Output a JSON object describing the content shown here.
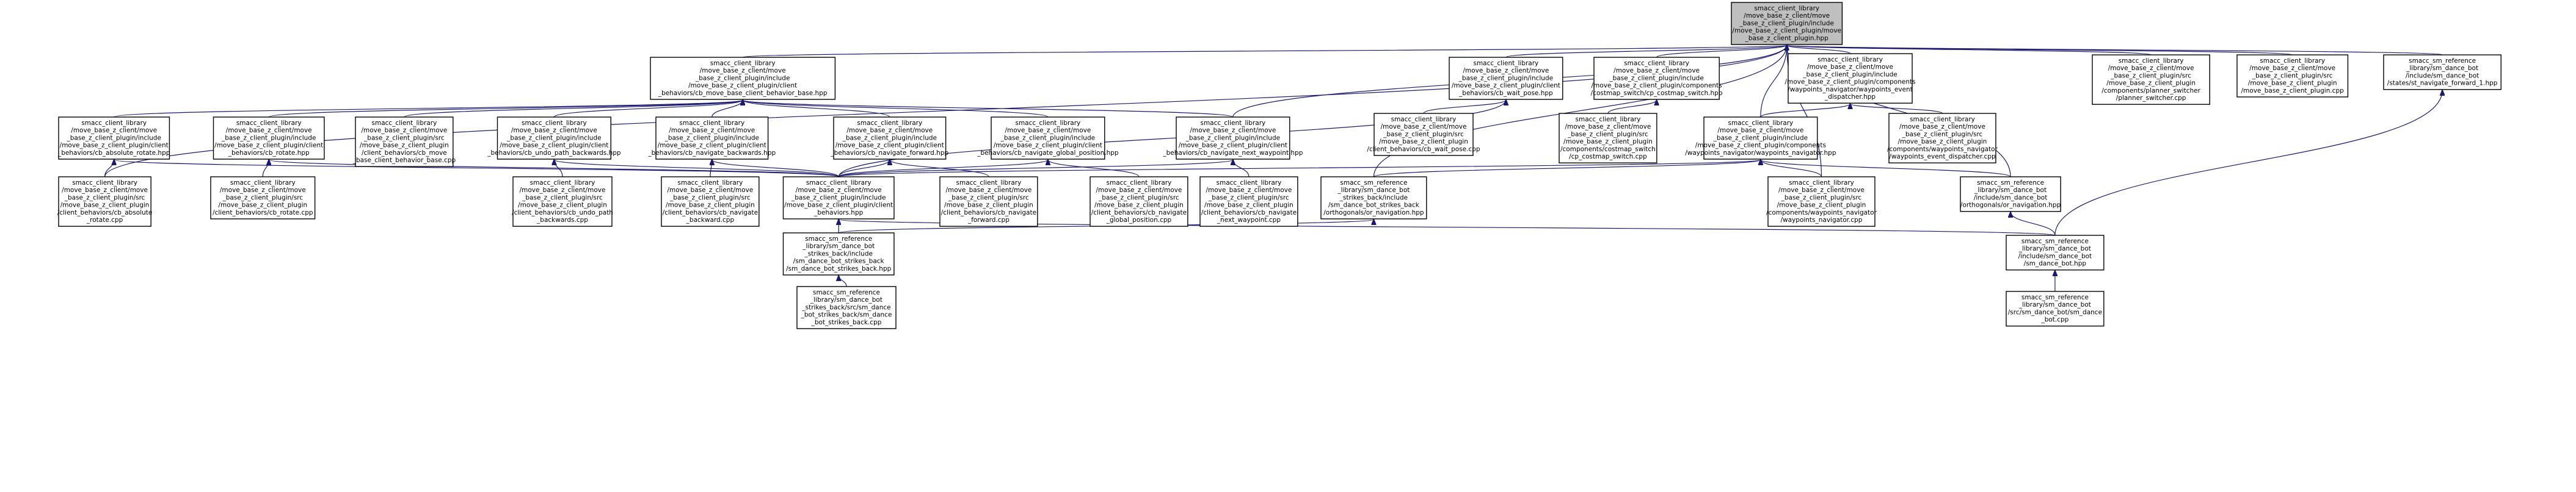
{
  "nodes": {
    "root": [
      "smacc_client_library",
      "/move_base_z_client/move",
      "_base_z_client_plugin/include",
      "/move_base_z_client_plugin/move",
      "_base_z_client_plugin.hpp"
    ],
    "cbbase": [
      "smacc_client_library",
      "/move_base_z_client/move",
      "_base_z_client_plugin/include",
      "/move_base_z_client_plugin/client",
      "_behaviors/cb_move_base_client_behavior_base.hpp"
    ],
    "waitpose_h": [
      "smacc_client_library",
      "/move_base_z_client/move",
      "_base_z_client_plugin/include",
      "/move_base_z_client_plugin/client",
      "_behaviors/cb_wait_pose.hpp"
    ],
    "costmap_h": [
      "smacc_client_library",
      "/move_base_z_client/move",
      "_base_z_client_plugin/include",
      "/move_base_z_client_plugin/components",
      "/costmap_switch/cp_costmap_switch.hpp"
    ],
    "wed_h": [
      "smacc_client_library",
      "/move_base_z_client/move",
      "_base_z_client_plugin/include",
      "/move_base_z_client_plugin/components",
      "/waypoints_navigator/waypoints_event",
      "_dispatcher.hpp"
    ],
    "planner_cpp": [
      "smacc_client_library",
      "/move_base_z_client/move",
      "_base_z_client_plugin/src",
      "/move_base_z_client_plugin",
      "/components/planner_switcher",
      "/planner_switcher.cpp"
    ],
    "plugin_cpp": [
      "smacc_client_library",
      "/move_base_z_client/move",
      "_base_z_client_plugin/src",
      "/move_base_z_client_plugin",
      "/move_base_z_client_plugin.cpp"
    ],
    "navfwd1_h": [
      "smacc_sm_reference",
      "_library/sm_dance_bot",
      "/include/sm_dance_bot",
      "/states/st_navigate_forward_1.hpp"
    ],
    "absrot_h": [
      "smacc_client_library",
      "/move_base_z_client/move",
      "_base_z_client_plugin/include",
      "/move_base_z_client_plugin/client",
      "_behaviors/cb_absolute_rotate.hpp"
    ],
    "rot_h": [
      "smacc_client_library",
      "/move_base_z_client/move",
      "_base_z_client_plugin/include",
      "/move_base_z_client_plugin/client",
      "_behaviors/cb_rotate.hpp"
    ],
    "cbbase_cpp": [
      "smacc_client_library",
      "/move_base_z_client/move",
      "_base_z_client_plugin/src",
      "/move_base_z_client_plugin",
      "/client_behaviors/cb_move",
      "_base_client_behavior_base.cpp"
    ],
    "undo_h": [
      "smacc_client_library",
      "/move_base_z_client/move",
      "_base_z_client_plugin/include",
      "/move_base_z_client_plugin/client",
      "_behaviors/cb_undo_path_backwards.hpp"
    ],
    "navback_h": [
      "smacc_client_library",
      "/move_base_z_client/move",
      "_base_z_client_plugin/include",
      "/move_base_z_client_plugin/client",
      "_behaviors/cb_navigate_backwards.hpp"
    ],
    "navfwd_h": [
      "smacc_client_library",
      "/move_base_z_client/move",
      "_base_z_client_plugin/include",
      "/move_base_z_client_plugin/client",
      "_behaviors/cb_navigate_forward.hpp"
    ],
    "navglob_h": [
      "smacc_client_library",
      "/move_base_z_client/move",
      "_base_z_client_plugin/include",
      "/move_base_z_client_plugin/client",
      "_behaviors/cb_navigate_global_position.hpp"
    ],
    "navnext_h": [
      "smacc_client_library",
      "/move_base_z_client/move",
      "_base_z_client_plugin/include",
      "/move_base_z_client_plugin/client",
      "_behaviors/cb_navigate_next_waypoint.hpp"
    ],
    "waitpose_cpp": [
      "smacc_client_library",
      "/move_base_z_client/move",
      "_base_z_client_plugin/src",
      "/move_base_z_client_plugin",
      "/client_behaviors/cb_wait_pose.cpp"
    ],
    "costmap_cpp": [
      "smacc_client_library",
      "/move_base_z_client/move",
      "_base_z_client_plugin/src",
      "/move_base_z_client_plugin",
      "/components/costmap_switch",
      "/cp_costmap_switch.cpp"
    ],
    "wn_h": [
      "smacc_client_library",
      "/move_base_z_client/move",
      "_base_z_client_plugin/include",
      "/move_base_z_client_plugin/components",
      "/waypoints_navigator/waypoints_navigator.hpp"
    ],
    "wed_cpp": [
      "smacc_client_library",
      "/move_base_z_client/move",
      "_base_z_client_plugin/src",
      "/move_base_z_client_plugin",
      "/components/waypoints_navigator",
      "/waypoints_event_dispatcher.cpp"
    ],
    "absrot_cpp": [
      "smacc_client_library",
      "/move_base_z_client/move",
      "_base_z_client_plugin/src",
      "/move_base_z_client_plugin",
      "/client_behaviors/cb_absolute",
      "_rotate.cpp"
    ],
    "rot_cpp": [
      "smacc_client_library",
      "/move_base_z_client/move",
      "_base_z_client_plugin/src",
      "/move_base_z_client_plugin",
      "/client_behaviors/cb_rotate.cpp"
    ],
    "undo_cpp": [
      "smacc_client_library",
      "/move_base_z_client/move",
      "_base_z_client_plugin/src",
      "/move_base_z_client_plugin",
      "/client_behaviors/cb_undo_path",
      "_backwards.cpp"
    ],
    "navback_cpp": [
      "smacc_client_library",
      "/move_base_z_client/move",
      "_base_z_client_plugin/src",
      "/move_base_z_client_plugin",
      "/client_behaviors/cb_navigate",
      "_backward.cpp"
    ],
    "cbs_h": [
      "smacc_client_library",
      "/move_base_z_client/move",
      "_base_z_client_plugin/include",
      "/move_base_z_client_plugin/client",
      "_behaviors.hpp"
    ],
    "navfwd_cpp": [
      "smacc_client_library",
      "/move_base_z_client/move",
      "_base_z_client_plugin/src",
      "/move_base_z_client_plugin",
      "/client_behaviors/cb_navigate",
      "_forward.cpp"
    ],
    "navglob_cpp": [
      "smacc_client_library",
      "/move_base_z_client/move",
      "_base_z_client_plugin/src",
      "/move_base_z_client_plugin",
      "/client_behaviors/cb_navigate",
      "_global_position.cpp"
    ],
    "navnext_cpp": [
      "smacc_client_library",
      "/move_base_z_client/move",
      "_base_z_client_plugin/src",
      "/move_base_z_client_plugin",
      "/client_behaviors/cb_navigate",
      "_next_waypoint.cpp"
    ],
    "sb_orth_h": [
      "smacc_sm_reference",
      "_library/sm_dance_bot",
      "_strikes_back/include",
      "/sm_dance_bot_strikes_back",
      "/orthogonals/or_navigation.hpp"
    ],
    "wn_cpp": [
      "smacc_client_library",
      "/move_base_z_client/move",
      "_base_z_client_plugin/src",
      "/move_base_z_client_plugin",
      "/components/waypoints_navigator",
      "/waypoints_navigator.cpp"
    ],
    "db_orth_h": [
      "smacc_sm_reference",
      "_library/sm_dance_bot",
      "/include/sm_dance_bot",
      "/orthogonals/or_navigation.hpp"
    ],
    "sb_main_h": [
      "smacc_sm_reference",
      "_library/sm_dance_bot",
      "_strikes_back/include",
      "/sm_dance_bot_strikes_back",
      "/sm_dance_bot_strikes_back.hpp"
    ],
    "db_main_h": [
      "smacc_sm_reference",
      "_library/sm_dance_bot",
      "/include/sm_dance_bot",
      "/sm_dance_bot.hpp"
    ],
    "sb_main_cpp": [
      "smacc_sm_reference",
      "_library/sm_dance_bot",
      "_strikes_back/src/sm_dance",
      "_bot_strikes_back/sm_dance",
      "_bot_strikes_back.cpp"
    ],
    "db_main_cpp": [
      "smacc_sm_reference",
      "_library/sm_dance_bot",
      "/src/sm_dance_bot/sm_dance",
      "_bot.cpp"
    ]
  }
}
